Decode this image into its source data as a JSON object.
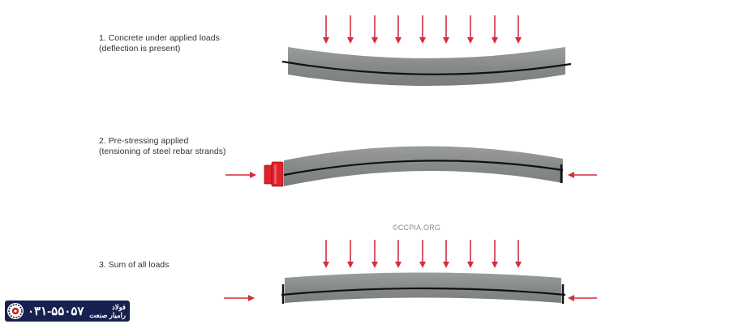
{
  "steps": [
    {
      "line1": "1. Concrete under applied loads",
      "line2": "(deflection is present)"
    },
    {
      "line1": "2. Pre-stressing applied",
      "line2": "(tensioning of steel rebar strands)"
    },
    {
      "line1": "3. Sum of all loads",
      "line2": ""
    }
  ],
  "watermark": "©CCPIA.ORG",
  "badge": {
    "phone": "۰۳۱-۵۵۰۵۷",
    "brand_line1": "فولاد",
    "brand_line2": "رامیار صنعت"
  },
  "colors": {
    "arrow": "#d32f3a",
    "beam": "#8e9290",
    "strand": "#111111",
    "anchor": "#e0222a",
    "badge_bg": "#17214f"
  },
  "icons": [
    "load-arrow-icon",
    "compression-arrow-icon",
    "anchor-jack-icon",
    "company-logo-icon"
  ]
}
